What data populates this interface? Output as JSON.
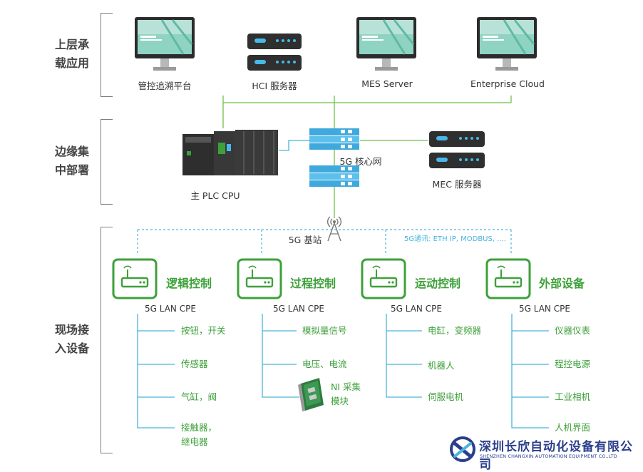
{
  "layers": {
    "top": "上层承\n载应用",
    "edge": "边缘集\n中部署",
    "field": "现场接\n入设备"
  },
  "top_nodes": {
    "platform": "管控追溯平台",
    "hci": "HCI 服务器",
    "mes": "MES Server",
    "cloud": "Enterprise Cloud"
  },
  "edge_nodes": {
    "plc": "主 PLC CPU",
    "core": "5G 核心网",
    "mec": "MEC 服务器"
  },
  "base_station": "5G 基站",
  "protocol_note": "5G通讯: ETH IP, MODBUS, ....",
  "cpe_label": "5G LAN CPE",
  "groups": [
    {
      "title": "逻辑控制",
      "cpe": "5G LAN CPE",
      "devices": [
        "按钮，开关",
        "传感器",
        "气缸，阀",
        "接触器，\n继电器"
      ]
    },
    {
      "title": "过程控制",
      "cpe": "5G LAN CPE",
      "devices": [
        "模拟量信号",
        "电压、电流",
        "NI 采集\n模块"
      ]
    },
    {
      "title": "运动控制",
      "cpe": "5G LAN CPE",
      "devices": [
        "电缸，变频器",
        "机器人",
        "伺服电机"
      ]
    },
    {
      "title": "外部设备",
      "cpe": "5G LAN CPE",
      "devices": [
        "仪器仪表",
        "程控电源",
        "工业相机",
        "人机界面"
      ]
    }
  ],
  "company": {
    "cn": "深圳长欣自动化设备有限公司",
    "en": "SHENZHEN CHANGXIN AUTOMATION EQUIPMENT CO.,LTD"
  },
  "colors": {
    "green": "#3ea03a",
    "line_green": "#6cc04a",
    "blue": "#4ab4dc",
    "navy": "#2b3f8c"
  },
  "icons": [
    "monitor-icon",
    "server-icon",
    "switch-icon",
    "plc-icon",
    "antenna-icon",
    "cpe-router-icon",
    "ni-module-icon",
    "company-logo-icon"
  ]
}
